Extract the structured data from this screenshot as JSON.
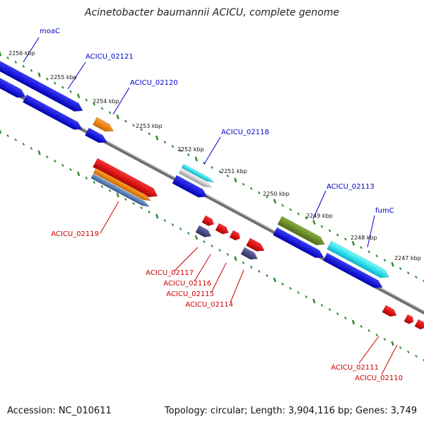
{
  "title": "Acinetobacter baumannii ACICU, complete genome",
  "accession_text": "Accession: NC_010611",
  "topology_text": "Topology: circular; Length: 3,904,116 bp; Genes: 3,749",
  "kbp_ticks": [
    "2256 kbp",
    "2255 kbp",
    "2254 kbp",
    "2253 kbp",
    "2252 kbp",
    "2251 kbp",
    "2250 kbp",
    "2249 kbp",
    "2248 kbp",
    "2247 kbp"
  ],
  "forward_labels": [
    "moaC",
    "ACICU_02121",
    "ACICU_02120",
    "ACICU_02118",
    "ACICU_02113",
    "fumC"
  ],
  "reverse_labels": [
    "ACICU_02119",
    "ACICU_02117",
    "ACICU_02116",
    "ACICU_02115",
    "ACICU_02114",
    "ACICU_02111",
    "ACICU_02110"
  ],
  "colors": {
    "forward_label": "#0000cc",
    "reverse_label": "#cc0000",
    "cds_blue": "#0000ee",
    "cds_red": "#ee0000",
    "cds_orange": "#ff8800",
    "cds_cyan": "#00e0ee",
    "cds_olive": "#6b8e23",
    "cds_purple": "#44447a",
    "backbone": "#808080",
    "ticks": "#2e8b2e"
  }
}
